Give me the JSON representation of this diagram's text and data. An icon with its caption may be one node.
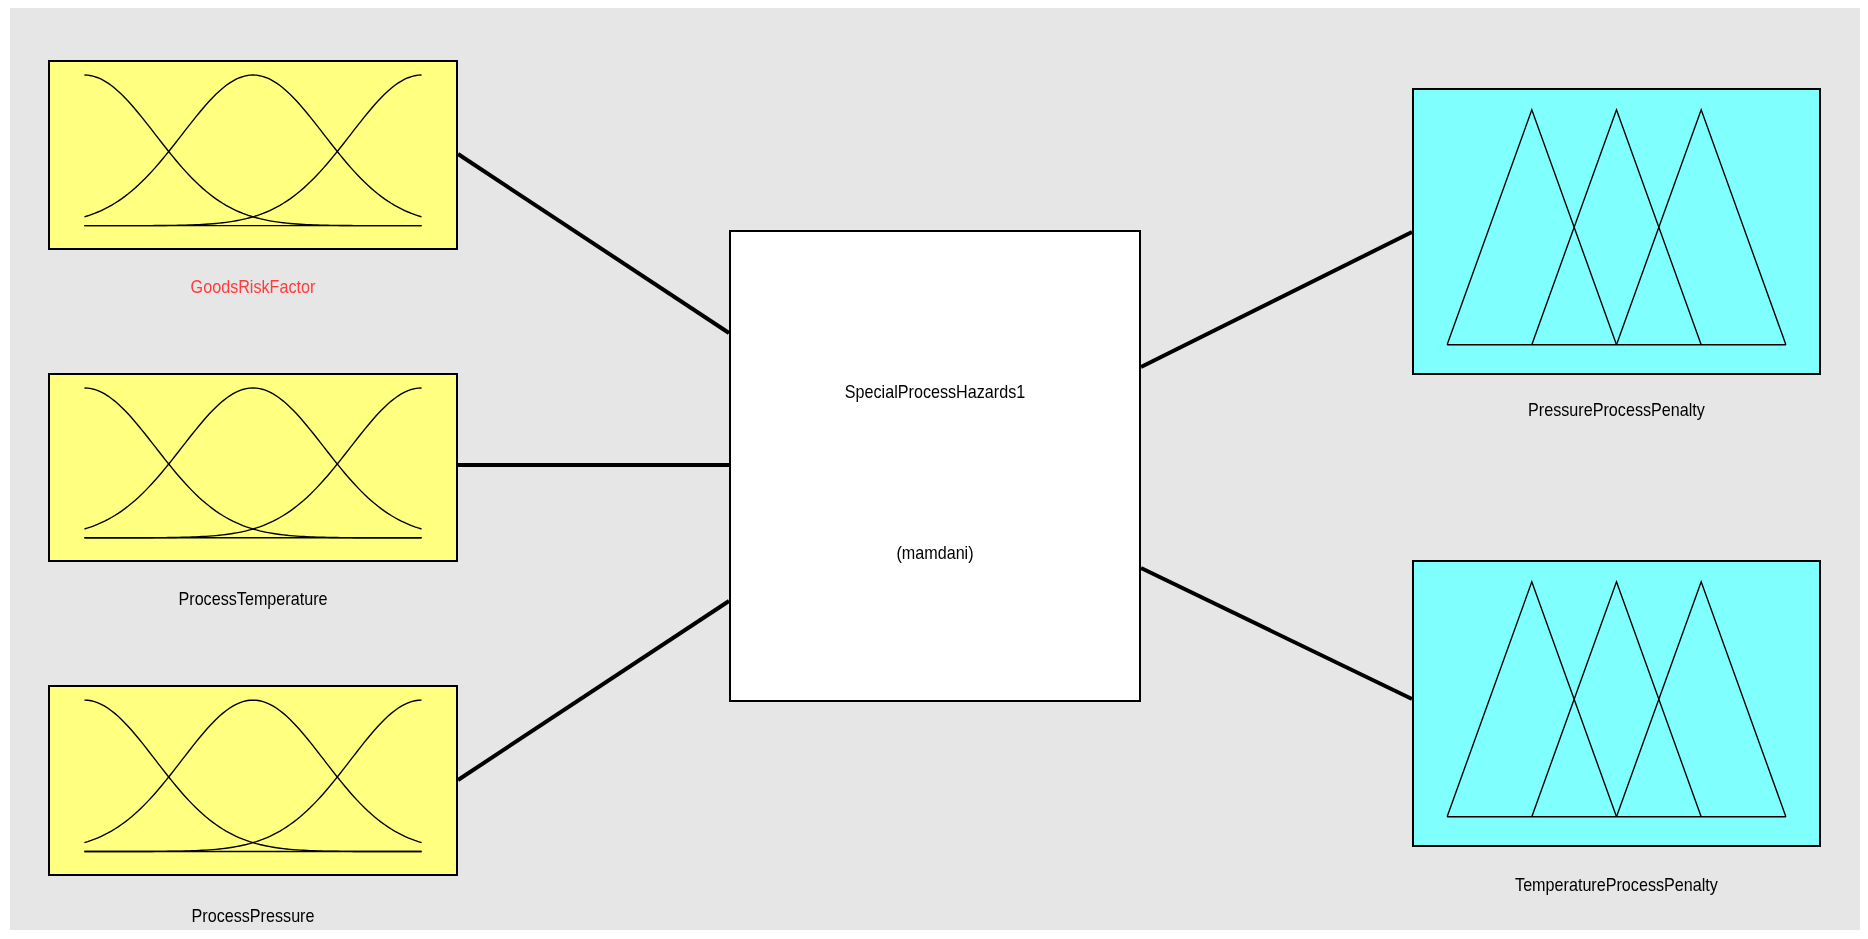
{
  "diagram": {
    "nodes": [
      {
        "text": [
          "GoodsRiskFactor"
        ]
      },
      {
        "text": [
          "ProcessTemperature"
        ]
      },
      {
        "text": [
          "ProcessPressure"
        ]
      },
      {
        "text": [
          "SpecialProcessHazards1",
          "(mamdani)"
        ]
      },
      {
        "text": [
          "PressureProcessPenalty"
        ]
      },
      {
        "text": [
          "TemperatureProcessPenalty"
        ]
      }
    ],
    "edges": [
      {
        "from": 0,
        "to": 3,
        "arrow": "none"
      },
      {
        "from": 1,
        "to": 3,
        "arrow": "none"
      },
      {
        "from": 2,
        "to": 3,
        "arrow": "none"
      },
      {
        "from": 3,
        "to": 4,
        "arrow": "none"
      },
      {
        "from": 3,
        "to": 5,
        "arrow": "none"
      }
    ]
  }
}
